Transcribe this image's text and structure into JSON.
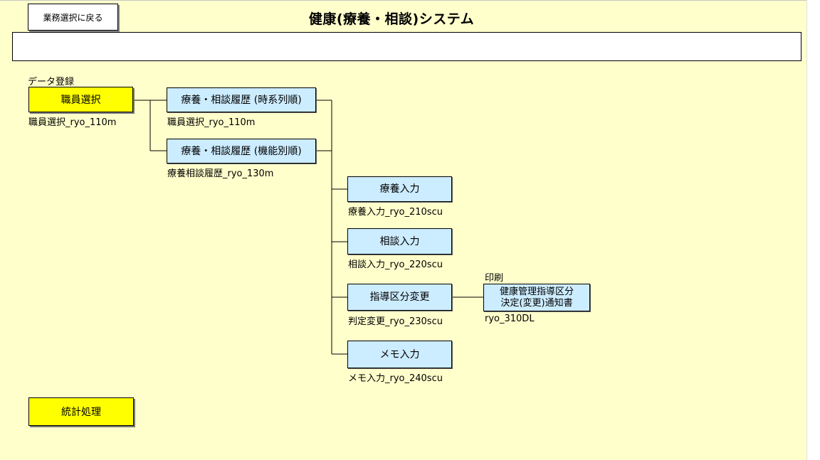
{
  "header": {
    "back_button": "業務選択に戻る",
    "title": "健康(療養・相談)システム",
    "message": ""
  },
  "section_label": "データ登録",
  "menu": {
    "staff_select": {
      "label": "職員選択",
      "id": "職員選択_ryo_110m"
    },
    "history_time": {
      "label": "療養・相談履歴 (時系列順)",
      "id": "職員選択_ryo_110m"
    },
    "history_func": {
      "label": "療養・相談履歴 (機能別順)",
      "id": "療養相談履歴_ryo_130m"
    },
    "medical_input": {
      "label": "療養入力",
      "id": "療養入力_ryo_210scu"
    },
    "consult_input": {
      "label": "相談入力",
      "id": "相談入力_ryo_220scu"
    },
    "guidance_change": {
      "label": "指導区分変更",
      "id": "判定変更_ryo_230scu"
    },
    "memo_input": {
      "label": "メモ入力",
      "id": "メモ入力_ryo_240scu"
    },
    "print_label": "印刷",
    "notice": {
      "line1": "健康管理指導区分",
      "line2": "決定(変更)通知書",
      "id": "ryo_310DL"
    },
    "stats": {
      "label": "統計処理"
    }
  }
}
